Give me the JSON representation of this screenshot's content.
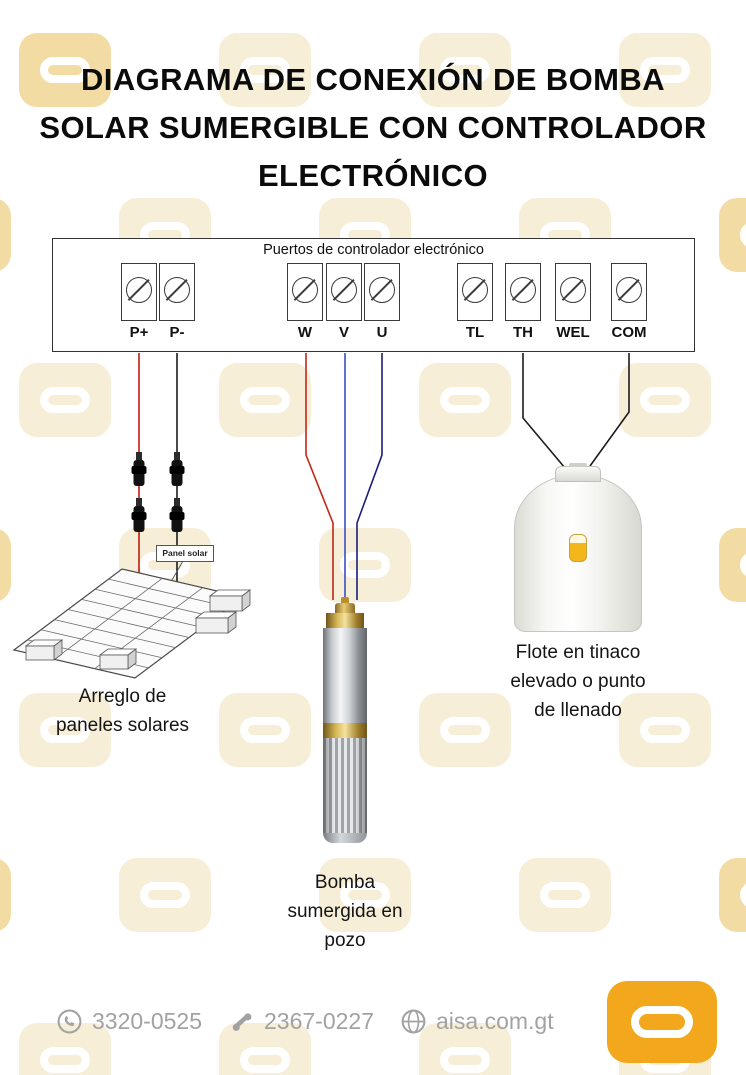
{
  "title": "DIAGRAMA DE CONEXIÓN DE BOMBA\nSOLAR SUMERGIBLE CON CONTROLADOR\nELECTRÓNICO",
  "controller": {
    "label": "Puertos de controlador electrónico",
    "groups": [
      {
        "name": "solar-input",
        "ports": [
          "P+",
          "P-"
        ]
      },
      {
        "name": "pump-output",
        "ports": [
          "W",
          "V",
          "U"
        ]
      },
      {
        "name": "sensor-terminals",
        "ports": [
          "TL",
          "TH",
          "WEL",
          "COM"
        ]
      }
    ]
  },
  "labels": {
    "panel_tag": "Panel solar",
    "panels_caption": "Arreglo de\npaneles solares",
    "pump_caption": "Bomba\nsumergida en\npozo",
    "tank_caption": "Flote en tinaco\nelevado o punto\nde llenado"
  },
  "footer": {
    "phone_whatsapp": "3320-0525",
    "phone_landline": "2367-0227",
    "website": "aisa.com.gt"
  },
  "colors": {
    "wire_p_plus": "#c11b12",
    "wire_p_minus": "#1c1c1c",
    "wire_w": "#c22619",
    "wire_v": "#3a4fc1",
    "wire_u": "#1b1e7a",
    "wire_sensor": "#1c1c1c",
    "brand_yellow": "#f2a71c",
    "watermark": "#f7eed8",
    "footer_text": "#a2a2a2",
    "float_yellow": "#f3b71c"
  }
}
